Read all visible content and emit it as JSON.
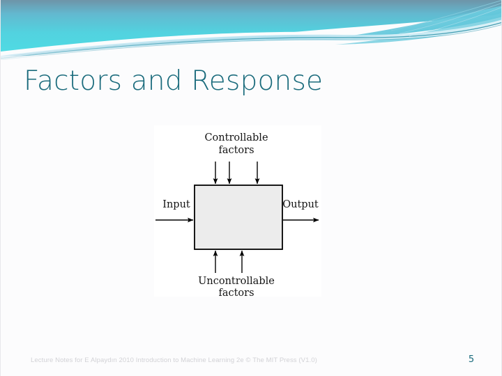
{
  "slide": {
    "title": "Factors and Response",
    "page_number": "5",
    "footer": "Lecture Notes for E Alpaydın 2010 Introduction to Machine Learning 2e © The MIT Press (V1.0)",
    "accent_color": "#1A6B7C",
    "banner_color_top": "#5E8FA6",
    "banner_color_mid": "#4FD4E0",
    "banner_color_light": "#BFE6F2",
    "background_color": "#FCFCFD",
    "footer_color": "#D2D2D6"
  },
  "figure": {
    "name": "process-block-diagram",
    "box": {
      "fill_color": "#ECECEC",
      "stroke_color": "#000000"
    },
    "labels": {
      "top": "Controllable",
      "top_second_line": "factors",
      "bottom": "Uncontrollable",
      "bottom_second_line": "factors",
      "left": "Input",
      "right": "Output"
    },
    "arrow_counts": {
      "controllable": 3,
      "uncontrollable": 2,
      "input": 1,
      "output": 1
    }
  }
}
